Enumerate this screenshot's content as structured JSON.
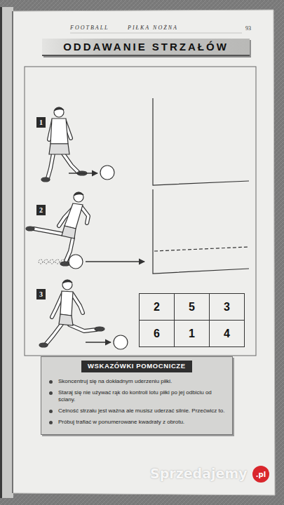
{
  "diagram": {
    "title": "ODDAWANIE STRZAŁÓW",
    "nodes": [
      {
        "text": [
          "ODDAWANIE STRZAŁÓW"
        ]
      },
      {
        "text": [
          "1"
        ]
      },
      {
        "text": [
          "2"
        ]
      },
      {
        "text": [
          "3"
        ]
      },
      {
        "text": [
          "2"
        ]
      },
      {
        "text": [
          "5"
        ]
      },
      {
        "text": [
          "3"
        ]
      },
      {
        "text": [
          "6"
        ]
      },
      {
        "text": [
          "1"
        ]
      },
      {
        "text": [
          "4"
        ]
      },
      {
        "text": [
          "Skoncentruj się na dokładnym uderzeniu piłki.",
          "Staraj się nie używać rąk do kontroli lotu piłki po jej odbiciu od ściany.",
          "Celność strzału jest ważna ale musisz uderzać silnie. Przećwicz to.",
          "Próbuj trafiać w ponumerowane kwadraty z obrotu."
        ]
      },
      {
        "text": [
          "WSKAZÓWKI POMOCNICZE"
        ],
        "in": 10
      }
    ],
    "labels": [
      "FOOTBALL",
      "PIŁKA NOŻNA",
      "93",
      "Sprzedajemy",
      ".pl"
    ]
  }
}
